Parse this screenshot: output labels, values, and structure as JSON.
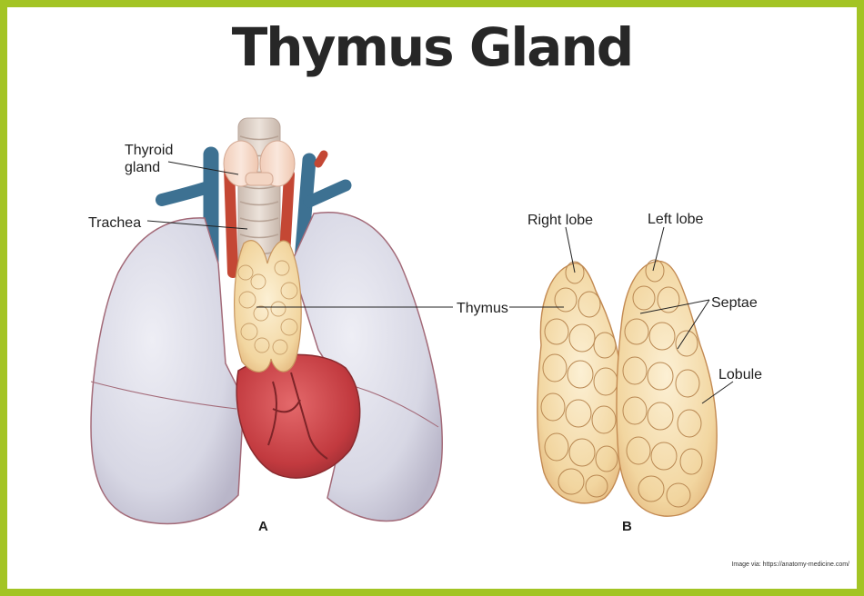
{
  "title": "Thymus Gland",
  "labels": {
    "thyroid_gland_line1": "Thyroid",
    "thyroid_gland_line2": "gland",
    "trachea": "Trachea",
    "thymus": "Thymus",
    "right_lobe": "Right lobe",
    "left_lobe": "Left lobe",
    "septae": "Septae",
    "lobule": "Lobule"
  },
  "panels": {
    "a": "A",
    "b": "B"
  },
  "credit": "Image via: https://anatomy-medicine.com/",
  "colors": {
    "border": "#a3c424",
    "lung": "#d8d8e4",
    "lung_edge": "#a36a78",
    "heart": "#c23a3f",
    "thymus": "#f2d6a0",
    "artery": "#c44734",
    "vein": "#3d7192",
    "trachea": "#e3d7cd"
  }
}
